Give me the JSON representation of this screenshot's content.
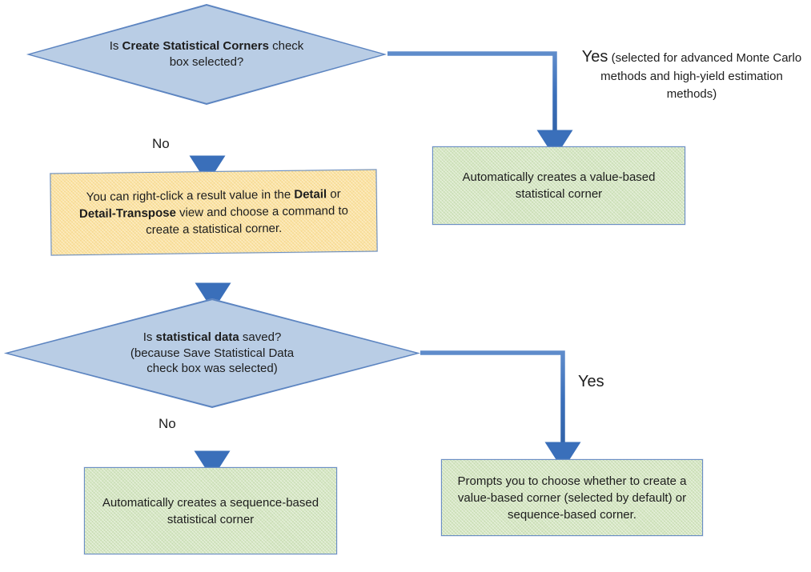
{
  "diagram": {
    "title": "Statistical corner creation flowchart",
    "colors": {
      "decision_fill": "#b9cde5",
      "decision_stroke": "#4f7ab8",
      "process_green_fill": "#d5e6c3",
      "process_yellow_fill": "#fbe2a1",
      "box_stroke": "#6a8fc4",
      "connector": "#3a6fba",
      "text": "#1d1d1d"
    },
    "nodes": {
      "decision_create_statistical_corners": {
        "shape": "diamond",
        "text_plain": "Is Create Statistical Corners check box selected?",
        "text_html": "Is <b>Create Statistical Corners</b> check box selected?"
      },
      "process_value_based_corner": {
        "shape": "rectangle",
        "text_plain": "Automatically creates a value-based statistical corner",
        "text_html": "Automatically creates a value-based statistical corner"
      },
      "note_right_click": {
        "shape": "rectangle",
        "text_plain": "You can right-click a result value in the Detail or Detail-Transpose view and choose a command to create a statistical corner.",
        "text_html": "You can right-click a result value in the <b>Detail</b> or <b>Detail-Transpose</b> view and choose a command to create a statistical corner."
      },
      "decision_statistical_data_saved": {
        "shape": "diamond",
        "text_plain": "Is statistical data saved? (because Save Statistical Data check box was selected)",
        "text_html": "Is <b>statistical data</b> saved?<br>(because Save Statistical Data<br>check box was selected)"
      },
      "process_sequence_based_corner": {
        "shape": "rectangle",
        "text_plain": "Automatically creates a sequence-based statistical corner",
        "text_html": "Automatically creates a sequence-based statistical corner"
      },
      "process_prompt_choose_corner": {
        "shape": "rectangle",
        "text_plain": "Prompts you to choose whether to create a value-based corner (selected by default) or sequence-based corner.",
        "text_html": "Prompts you to choose whether to create a value-based corner (selected by default) or sequence-based corner."
      }
    },
    "edge_labels": {
      "decision1_no": "No",
      "decision1_yes_word": "Yes",
      "decision1_yes_detail": "(selected for advanced Monte Carlo methods and high-yield estimation methods)",
      "decision2_no": "No",
      "decision2_yes": "Yes"
    }
  }
}
